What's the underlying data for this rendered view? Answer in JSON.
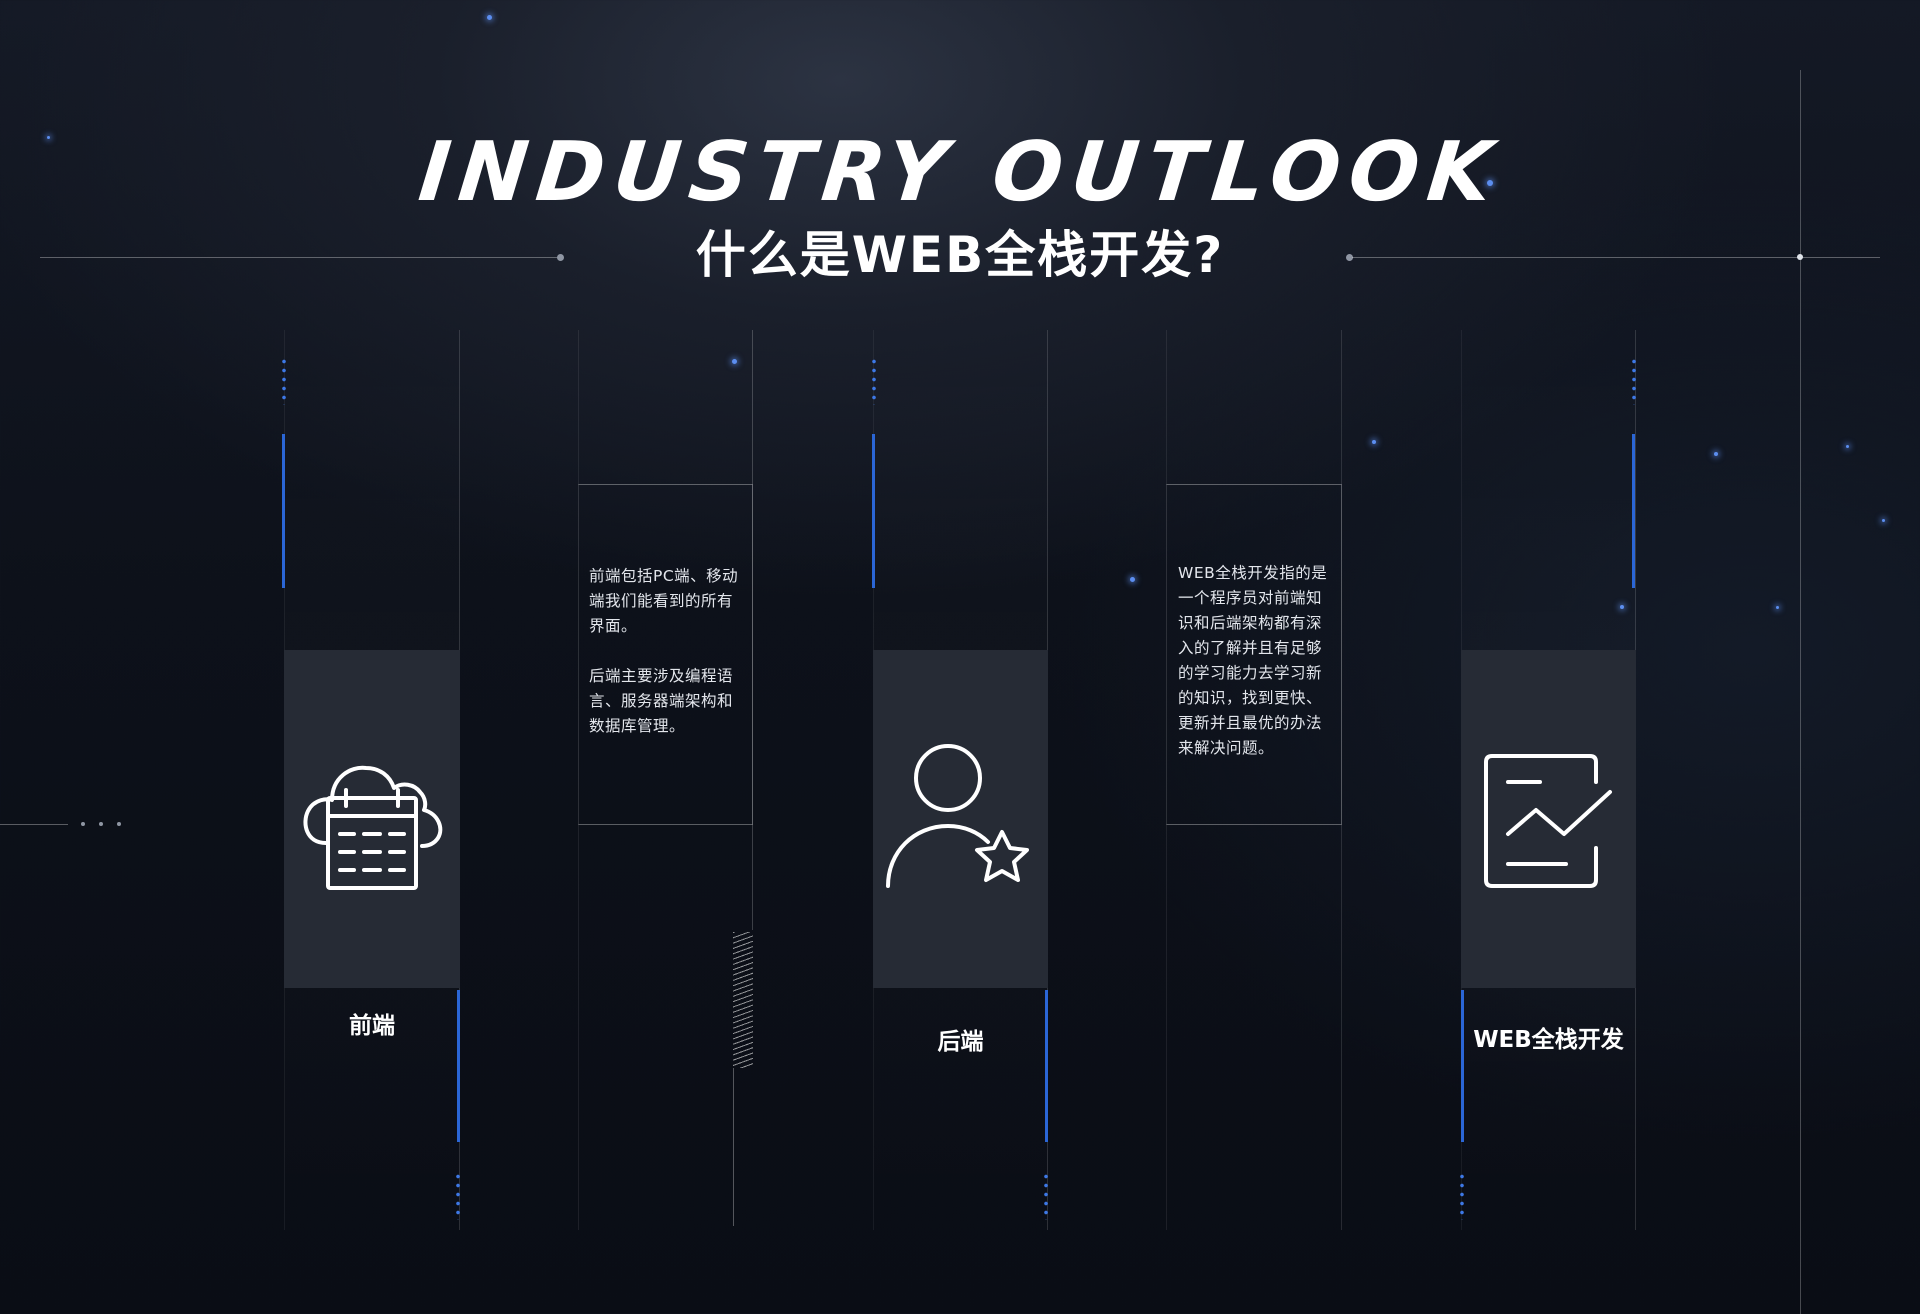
{
  "header": {
    "title_en": "INDUSTRY OUTLOOK",
    "title_zh": "什么是WEB全栈开发?"
  },
  "columns": [
    {
      "label": "前端",
      "icon": "cloud-calendar-icon"
    },
    {
      "label": "后端",
      "icon": "user-star-icon"
    },
    {
      "label": "WEB全栈开发",
      "icon": "chart-board-icon"
    }
  ],
  "descriptions": {
    "box1": {
      "para1": "前端包括PC端、移动端我们能看到的所有界面。",
      "para2": "后端主要涉及编程语言、服务器端架构和数据库管理。"
    },
    "box2": {
      "para1": "WEB全栈开发指的是一个程序员对前端知识和后端架构都有深入的了解并且有足够的学习能力去学习新的知识，找到更快、更新并且最优的办法来解决问题。"
    }
  },
  "colors": {
    "background": "#0d111a",
    "card": "#262b35",
    "accent_blue": "#2b66d6",
    "text": "#ffffff"
  }
}
